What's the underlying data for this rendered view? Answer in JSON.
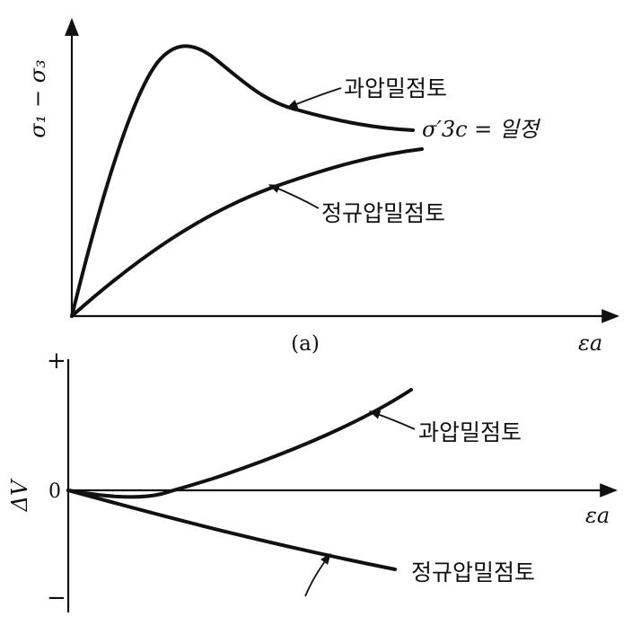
{
  "top_panel": {
    "y_axis_label": "σ₁ − σ₃",
    "x_axis_label": "εa",
    "caption": "(a)",
    "curve_oc_label": "과압밀점토",
    "curve_nc_label": "정규압밀점토",
    "condition_label": "σ′3c = 일정"
  },
  "bottom_panel": {
    "y_axis_label": "ΔV",
    "x_axis_label": "εa",
    "plus_label": "+",
    "zero_label": "0",
    "minus_label": "−",
    "curve_oc_label": "과압밀점토",
    "curve_nc_label": "정규압밀점토"
  }
}
